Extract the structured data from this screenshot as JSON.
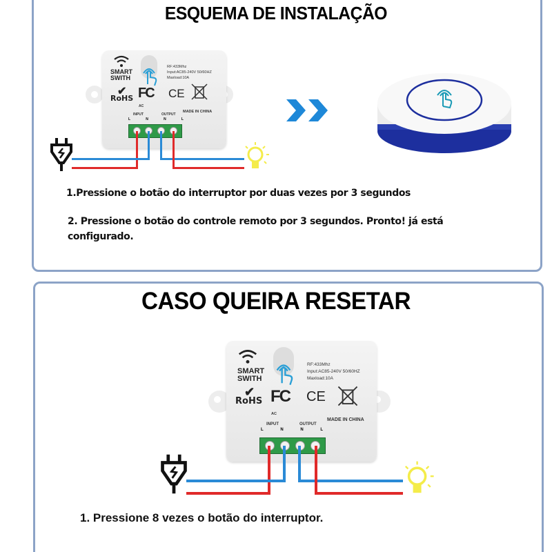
{
  "top_section": {
    "title": "ESQUEMA DE INSTALAÇÃO",
    "device": {
      "brand_label_line1": "SMART",
      "brand_label_line2": "SWITH",
      "spec_rf": "RF:433Mhz",
      "spec_input": "Input:AC85-240V 50/60HZ",
      "spec_maxload": "Maxload:10A",
      "cert_rohs": "RoHS",
      "cert_fc": "FC",
      "cert_ce": "CE",
      "ac_label": "AC",
      "input_label": "INPUT",
      "output_label": "OUTPUT",
      "terminal_labels": [
        "L",
        "N",
        "N",
        "L"
      ],
      "made_in": "MADE IN CHINA"
    },
    "arrow_icon": "double-chevron-right-icon",
    "remote_icon": "touch-finger-icon",
    "instructions": [
      "1.Pressione o botão do interruptor por duas vezes por 3 segundos",
      "2. Pressione o botão do controle remoto por 3 segundos. Pronto! já está configurado."
    ]
  },
  "bottom_section": {
    "title": "CASO QUEIRA RESETAR",
    "device": {
      "brand_label_line1": "SMART",
      "brand_label_line2": "SWITH",
      "spec_rf": "RF:433Mhz",
      "spec_input": "Input:AC85-240V 50/60HZ",
      "spec_maxload": "Maxload:10A",
      "cert_rohs": "RoHS",
      "cert_fc": "FC",
      "cert_ce": "CE",
      "ac_label": "AC",
      "input_label": "INPUT",
      "output_label": "OUTPUT",
      "terminal_labels": [
        "L",
        "N",
        "N",
        "L"
      ],
      "made_in": "MADE IN CHINA"
    },
    "instructions": [
      "1. Pressione 8 vezes o botão do interruptor."
    ]
  },
  "colors": {
    "panel_border": "#8ca3c7",
    "wire_live": "#e02a2a",
    "wire_neutral": "#2a8ad6",
    "terminal_green": "#2f9a48",
    "arrow_blue": "#1e88d8",
    "remote_ring": "#1d2f9e",
    "bulb_yellow": "#f4ec4a"
  }
}
